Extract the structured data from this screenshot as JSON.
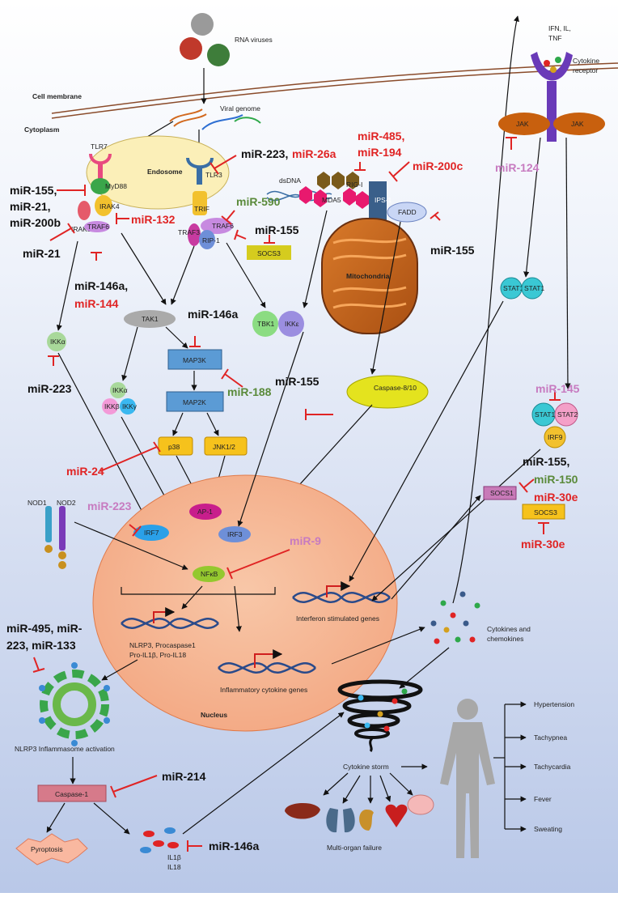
{
  "labels": {
    "rna_viruses": "RNA viruses",
    "cell_membrane": "Cell membrane",
    "cytoplasm": "Cytoplasm",
    "viral_genome": "Viral genome",
    "endosome": "Endosome",
    "tlr7": "TLR7",
    "tlr3": "TLR3",
    "myd88": "MyD88",
    "irak4": "IRAK4",
    "irak1": "IRAK1",
    "traf6": "TRAF6",
    "trif": "TRIF",
    "traf3": "TRAF3",
    "rip1": "RIP-1",
    "socs3": "SOCS3",
    "dsdna": "dsDNA",
    "rigi": "RIG-I",
    "mda5": "MDA5",
    "ips1": "IPS-1",
    "fadd": "FADD",
    "mitochondria": "Mitochondria",
    "tak1": "TAK1",
    "tbk1": "TBK1",
    "ikke": "IKKε",
    "ikka": "IKKα",
    "ikkb": "IKKβ",
    "ikkg": "IKKγ",
    "map3k": "MAP3K",
    "map2k": "MAP2K",
    "p38": "p38",
    "jnk": "JNK1/2",
    "caspase810": "Caspase-8/10",
    "ap1": "AP-1",
    "irf3": "IRF3",
    "irf7": "IRF7",
    "nod1": "NOD1",
    "nod2": "NOD2",
    "nfkb": "NFκB",
    "isg": "Interferon stimulated genes",
    "nlrp3_genes_1": "NLRP3, Procaspase1",
    "nlrp3_genes_2": "Pro-IL1β, Pro-IL18",
    "inflam_genes": "Inflammatory cytokine genes",
    "nucleus": "Nucleus",
    "ifn_il_tnf": "IFN, IL,",
    "tnf": "TNF",
    "cytokine_receptor_1": "Cytokine",
    "cytokine_receptor_2": "receptor",
    "jak": "JAK",
    "stat1": "STAT1",
    "stat2": "STAT2",
    "irf9": "IRF9",
    "socs1": "SOCS1",
    "cytokines_1": "Cytokines and",
    "cytokines_2": "chemokines",
    "inflammasome": "NLRP3 Inflammasome activation",
    "caspase1": "Caspase-1",
    "pyroptosis": "Pyroptosis",
    "il1b": "IL1β",
    "il18": "IL18",
    "storm": "Cytokine storm",
    "mof": "Multi-organ failure",
    "hypertension": "Hypertension",
    "tachypnea": "Tachypnea",
    "tachycardia": "Tachycardia",
    "fever": "Fever",
    "sweating": "Sweating"
  },
  "mirs": {
    "m223_a": "miR-223,",
    "m26a": "miR-26a",
    "m485": "miR-485,",
    "m194": "miR-194",
    "m200c": "miR-200c",
    "m155_a": "miR-155,",
    "m21_a": "miR-21,",
    "m200b": "miR-200b",
    "m132": "miR-132",
    "m21_b": "miR-21",
    "m590": "miR-590",
    "m155_b": "miR-155",
    "m155_c": "miR-155",
    "m124": "miR-124",
    "m146a_a": "miR-146a,",
    "m144": "miR-144",
    "m146a_b": "miR-146a",
    "m223_b": "miR-223",
    "m188": "miR-188",
    "m155_d": "miR-155",
    "m145": "miR-145",
    "m24": "miR-24",
    "m155_e": "miR-155,",
    "m150": "miR-150",
    "m30e_a": "miR-30e",
    "m223_c": "miR-223",
    "m9": "miR-9",
    "m30e_b": "miR-30e",
    "m495_1": "miR-495, miR-",
    "m495_2": "223, miR-133",
    "m214": "miR-214",
    "m146a_c": "miR-146a"
  },
  "colors": {
    "red_mir": "#e02424",
    "green_mir": "#5a8a3a",
    "pink_mir": "#c77bc0",
    "nucleus": "#f6b694",
    "endosome": "#fbefb8",
    "mito": "#c8691e"
  }
}
